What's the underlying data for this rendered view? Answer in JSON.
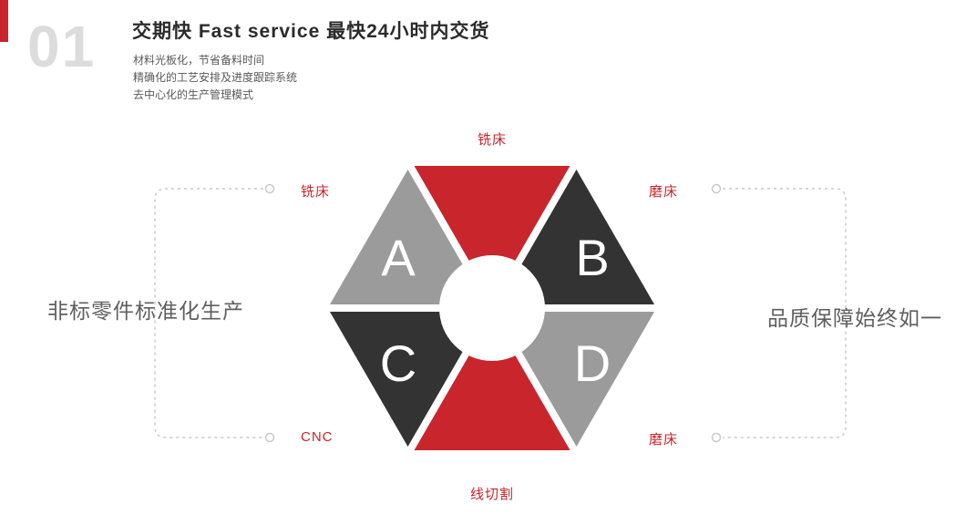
{
  "colors": {
    "red": "#c9252c",
    "dark": "#333333",
    "gray": "#9b9b9b",
    "dashed": "#c9c9c9",
    "number": "#dcdcdc",
    "label_red": "#c9252c"
  },
  "header": {
    "index": "01",
    "title": "交期快  Fast service 最快24小时内交货",
    "sublines": [
      "材料光板化，节省备料时间",
      "精确化的工艺安排及进度跟踪系统",
      "去中心化的生产管理模式"
    ]
  },
  "diagram": {
    "letters": {
      "a": "A",
      "b": "B",
      "c": "C",
      "d": "D"
    },
    "labels": {
      "top": "铣床",
      "upper_left": "铣床",
      "upper_right": "磨床",
      "lower_left": "CNC",
      "lower_right": "磨床",
      "bottom": "线切割"
    }
  },
  "sides": {
    "left": "非标零件标准化生产",
    "right": "品质保障始终如一"
  }
}
